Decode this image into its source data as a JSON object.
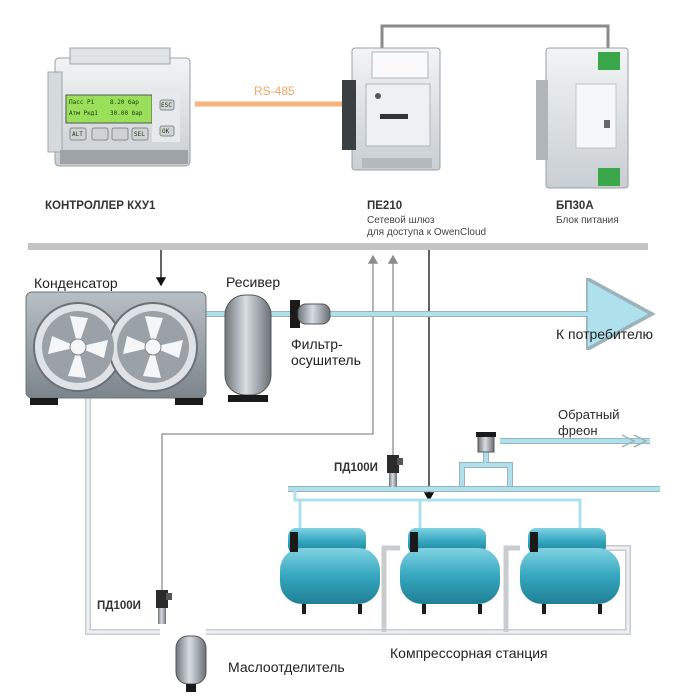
{
  "devices": {
    "controller": {
      "label": "КОНТРОЛЛЕР КХУ1",
      "screen_line1": "Пасс Р1",
      "screen_value1": "8.20 бар",
      "screen_line2": "Атм Pкд1",
      "screen_value2": "30.00 бар",
      "buttons": [
        "ALT",
        "SEL",
        "ESC",
        "OK"
      ]
    },
    "gateway": {
      "label": "ПЕ210",
      "desc1": "Сетевой шлюз",
      "desc2": "для доступа к OwenCloud"
    },
    "power": {
      "label": "БП30А",
      "desc": "Блок питания"
    },
    "link_label": "RS-485"
  },
  "components": {
    "condenser": "Конденсатор",
    "receiver": "Ресивер",
    "filter_line1": "Фильтр-",
    "filter_line2": "осушитель",
    "consumer": "К потребителю",
    "return_line1": "Обратный",
    "return_line2": "фреон",
    "sensor_top": "ПД100И",
    "sensor_bottom": "ПД100И",
    "oil_separator": "Маслоотделитель",
    "compressor_station": "Компрессорная станция"
  },
  "colors": {
    "rs485": "#f3b37a",
    "pipe": "#aee1ec",
    "pipe_outline": "#9ab3bd",
    "bus": "#c4c4c4",
    "signal_gray": "#8c8c8c",
    "lcd": "#9be05a",
    "compressor": "#35a7bf"
  }
}
